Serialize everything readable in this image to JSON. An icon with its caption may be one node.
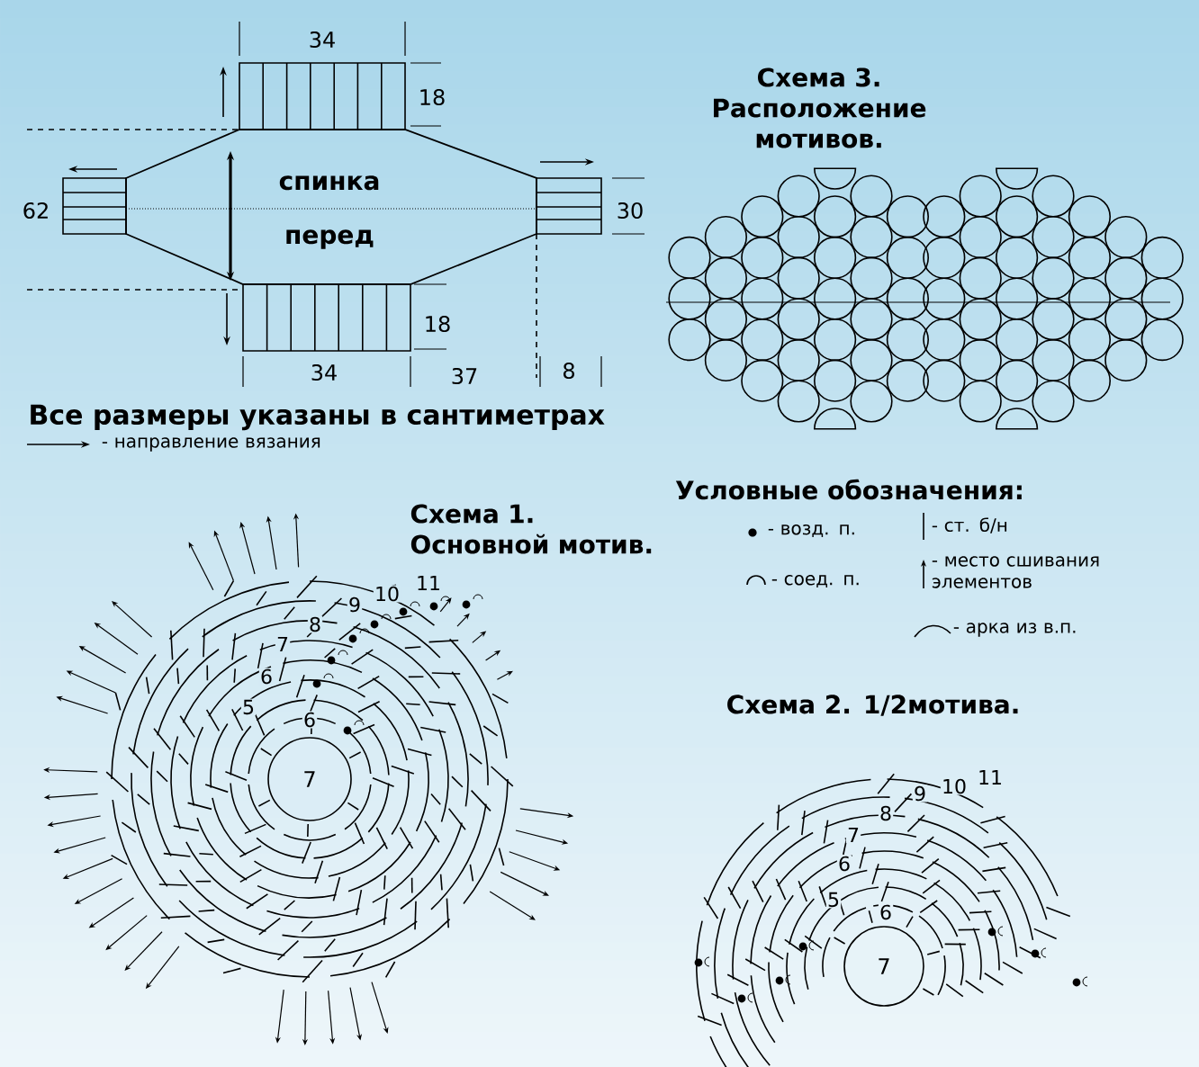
{
  "diagram": {
    "nodes": [
      {
        "text": [
          "спинка",
          "перед"
        ]
      },
      {
        "text": [
          "7"
        ]
      },
      {
        "text": [
          "7"
        ]
      }
    ],
    "labels": [
      "34",
      "18",
      "62",
      "30",
      "18",
      "34",
      "37",
      "8",
      "Все размеры указаны в сантиметрах",
      "Схема 3. Расположение мотивов.",
      "Схема 1. Основной мотив.",
      "11",
      "10",
      "9",
      "8",
      "7",
      "6",
      "5",
      "6",
      "Условные обозначения:",
      "Схема 2. 1/2мотива.",
      "11",
      "10",
      "9",
      "8",
      "7",
      "6",
      "5",
      "6"
    ],
    "legend": [
      {
        "text": "- направление вязания"
      },
      {
        "text": "- возд. п."
      },
      {
        "text": "- ст. б/н"
      },
      {
        "text": "- соед. п."
      },
      {
        "text": "- место сшивания элементов"
      },
      {
        "text": "- арка из в.п."
      }
    ]
  }
}
